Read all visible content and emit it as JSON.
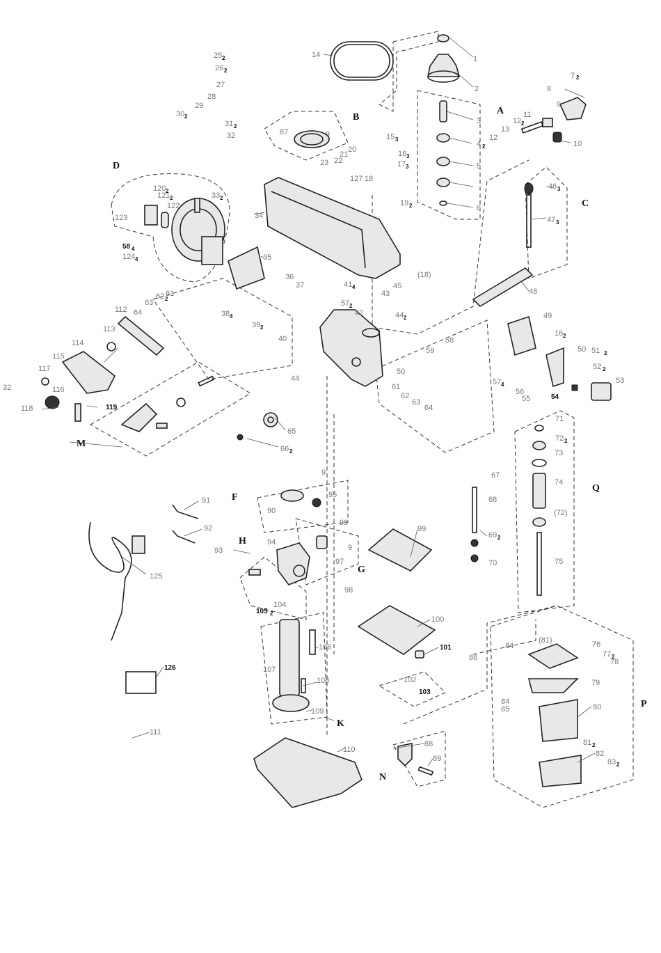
{
  "labels": {
    "l1": "1",
    "l2": "2",
    "l3": "3",
    "l4": "4",
    "l5": "5",
    "l6": "6",
    "l7": "7",
    "l8": "8",
    "l9a": "9",
    "l9b": "9",
    "l9c": "9",
    "l9d": "9",
    "l10": "10",
    "l11": "11",
    "l12a": "12",
    "l12b": "12",
    "l13": "13",
    "l14": "14",
    "l15": "15",
    "l16a": "16",
    "l16b": "16",
    "l17": "17",
    "l18": "18",
    "l18p": "(18)",
    "l19": "19",
    "l20": "20",
    "l21": "21",
    "l22": "22",
    "l23": "23",
    "l25": "25",
    "l26": "26",
    "l27": "27",
    "l28": "28",
    "l29": "29",
    "l30": "30",
    "l31": "31",
    "l32a": "32",
    "l32b": "32",
    "l33": "33",
    "l34": "34",
    "l35": "35",
    "l36": "36",
    "l37": "37",
    "l38": "38",
    "l39": "39",
    "l40": "40",
    "l41": "41",
    "l42": "42",
    "l43": "43",
    "l44a": "44",
    "l44b": "44",
    "l45": "45",
    "l46": "46",
    "l47": "47",
    "l48": "48",
    "l49": "49",
    "l50a": "50",
    "l50b": "50",
    "l51": "51",
    "l52": "52",
    "l53": "53",
    "l54": "54",
    "l55": "55",
    "l56": "56",
    "l57a": "57",
    "l57b": "57",
    "l58a": "58",
    "l58b": "58",
    "l59": "59",
    "l61a": "61",
    "l61b": "61",
    "l62a": "62",
    "l62b": "62",
    "l63a": "63",
    "l63b": "63",
    "l64a": "64",
    "l64b": "64",
    "l65": "65",
    "l66": "66",
    "l67": "67",
    "l68": "68",
    "l69": "69",
    "l70": "70",
    "l71": "71",
    "l72": "72",
    "l72p": "(72)",
    "l73": "73",
    "l74": "74",
    "l75": "75",
    "l76": "76",
    "l77": "77",
    "l78": "78",
    "l79": "79",
    "l80": "80",
    "l81": "81",
    "l81p": "(81)",
    "l82": "82",
    "l83": "83",
    "l84a": "84",
    "l84b": "84",
    "l85": "85",
    "l86": "86",
    "l87": "87",
    "l88": "88",
    "l89": "89",
    "l90": "90",
    "l91": "91",
    "l92": "92",
    "l93": "93",
    "l94": "94",
    "l95": "95",
    "l96": "96",
    "l97": "97",
    "l98": "98",
    "l99": "99",
    "l100": "100",
    "l101": "101",
    "l102": "102",
    "l103": "103",
    "l104": "104",
    "l105": "105",
    "l106": "106",
    "l107": "107",
    "l108": "108",
    "l109": "109",
    "l110": "110",
    "l111": "111",
    "l112": "112",
    "l113": "113",
    "l114": "114",
    "l115": "115",
    "l116": "116",
    "l117": "117",
    "l118": "118",
    "l119": "119",
    "l120": "120",
    "l121": "121",
    "l122": "122",
    "l123": "123",
    "l124": "124",
    "l125": "125",
    "l126": "126",
    "l127": "127"
  },
  "groups": {
    "A": "A",
    "B": "B",
    "C": "C",
    "D": "D",
    "F": "F",
    "G": "G",
    "H": "H",
    "K": "K",
    "M": "M",
    "N": "N",
    "P": "P",
    "Q": "Q"
  },
  "quantities": {
    "q7": "2",
    "q12": "2",
    "q15": "3",
    "q16a": "3",
    "q16b": "2",
    "q17": "3",
    "q19": "2",
    "q25": "2",
    "q26": "2",
    "q30": "2",
    "q31": "2",
    "q33": "2",
    "q38": "4",
    "q39": "2",
    "q41": "4",
    "q44": "2",
    "q46": "3",
    "q47": "3",
    "q51": "2",
    "q52": "2",
    "q57a": "2",
    "q57b": "4",
    "q58": "4",
    "q62": "2",
    "q66": "2",
    "q69": "2",
    "q72": "2",
    "q77": "2",
    "q81": "2",
    "q83": "2",
    "q105": "2",
    "q120": "2",
    "q121": "2",
    "q124": "4",
    "q4": "2"
  }
}
